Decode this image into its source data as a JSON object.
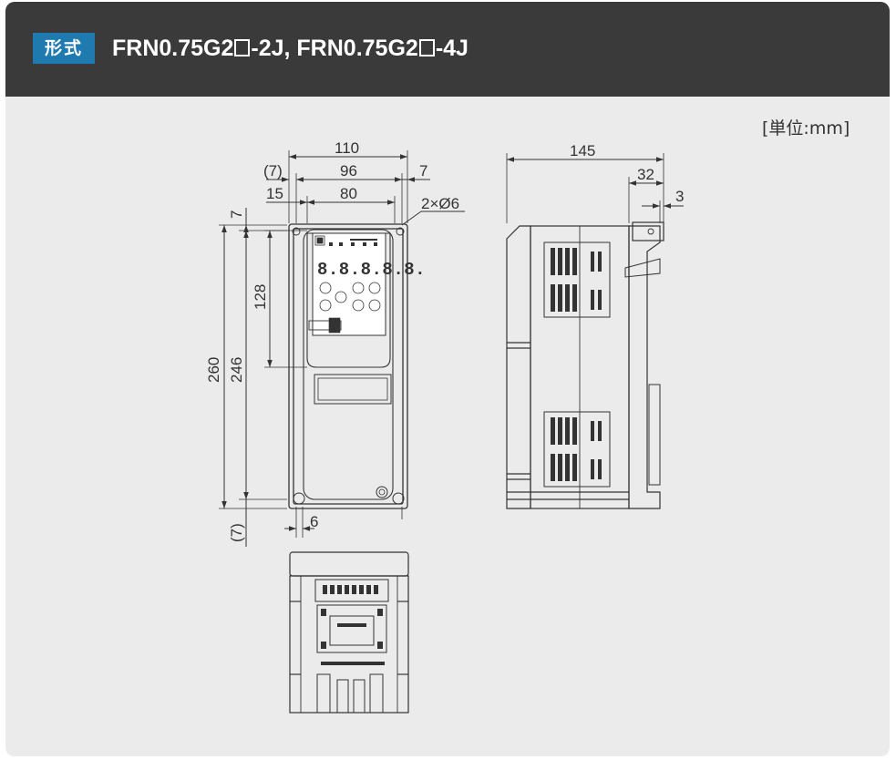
{
  "header": {
    "badge": "形式",
    "title_part1": "FRN0.75G2",
    "title_part2": "-2J, FRN0.75G2",
    "title_part3": "-4J"
  },
  "unit_label": "[単位:mm]",
  "front_view": {
    "overall_width": "110",
    "inner_width": "96",
    "left_offset": "(7)",
    "right_offset": "7",
    "mount_pitch": "80",
    "side_margin": "15",
    "hole_spec": "2×Ø6",
    "top_margin": "7",
    "overall_height": "260",
    "mount_height": "246",
    "panel_height": "128",
    "bottom_offset": "(7)",
    "bottom_hole": "6",
    "display_text": "8.8.8.8.8."
  },
  "side_view": {
    "depth": "145",
    "rear_depth": "32",
    "flange": "3"
  },
  "colors": {
    "header_bg": "#3a3a3a",
    "badge_bg": "#1f7ab0",
    "panel_bg": "#ebebeb"
  }
}
